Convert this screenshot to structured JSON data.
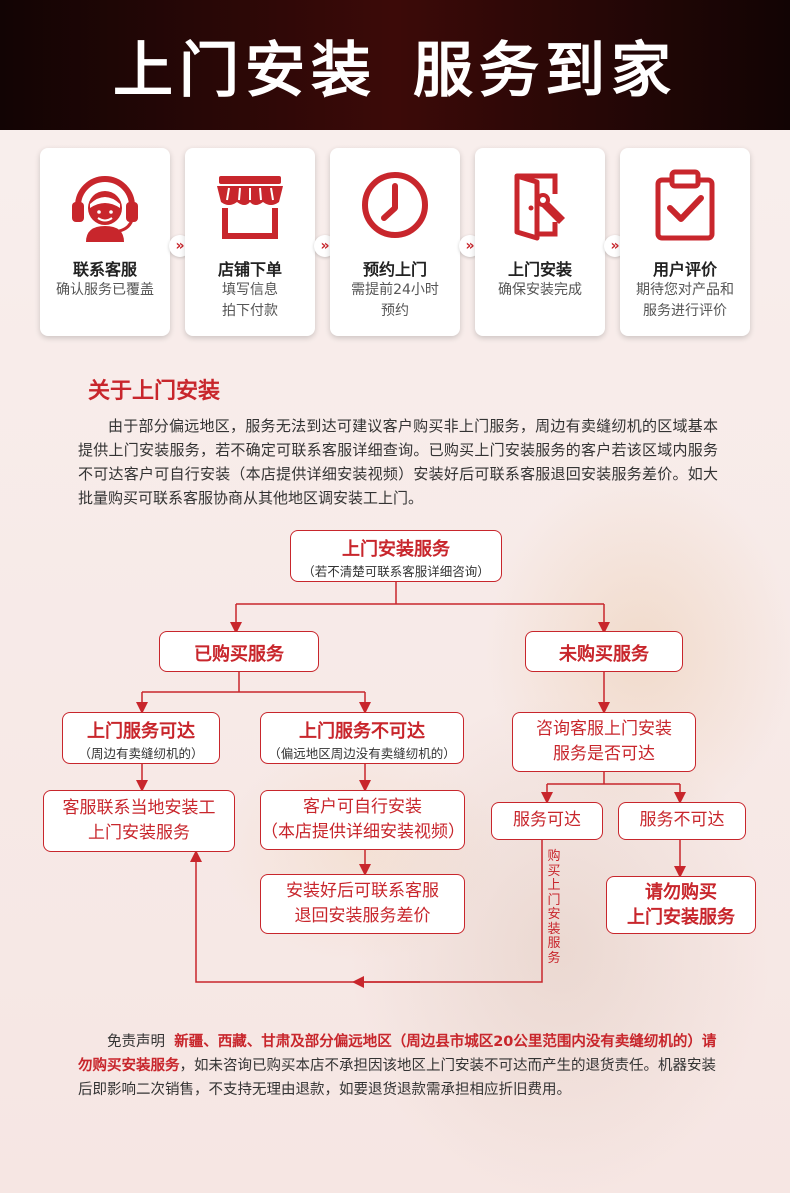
{
  "header": {
    "title_left": "上门安装",
    "title_right": "服务到家"
  },
  "steps": [
    {
      "title": "联系客服",
      "desc": "确认服务已覆盖",
      "icon": "headset-support-icon"
    },
    {
      "title": "店铺下单",
      "desc": "填写信息\n拍下付款",
      "icon": "storefront-icon"
    },
    {
      "title": "预约上门",
      "desc": "需提前24小时\n预约",
      "icon": "clock-icon"
    },
    {
      "title": "上门安装",
      "desc": "确保安装完成",
      "icon": "door-wrench-icon"
    },
    {
      "title": "用户评价",
      "desc": "期待您对产品和\n服务进行评价",
      "icon": "clipboard-check-icon"
    }
  ],
  "about": {
    "title": "关于上门安装",
    "text": "由于部分偏远地区，服务无法到达可建议客户购买非上门服务，周边有卖缝纫机的区域基本提供上门安装服务，若不确定可联系客服详细查询。已购买上门安装服务的客户若该区域内服务不可达客户可自行安装（本店提供详细安装视频）安装好后可联系客服退回安装服务差价。如大批量购买可联系客服协商从其他地区调安装工上门。"
  },
  "flow": {
    "root": {
      "main": "上门安装服务",
      "sub": "（若不清楚可联系客服详细咨询）"
    },
    "purchased": "已购买服务",
    "not_purchased": "未购买服务",
    "reachable": {
      "main": "上门服务可达",
      "sub": "（周边有卖缝纫机的）"
    },
    "unreachable": {
      "main": "上门服务不可达",
      "sub": "（偏远地区周边没有卖缝纫机的）"
    },
    "consult": "咨询客服上门安装\n服务是否可达",
    "contact_local": "客服联系当地安装工\n上门安装服务",
    "self_install": "客户可自行安装\n（本店提供详细安装视频）",
    "refund": "安装好后可联系客服\n退回安装服务差价",
    "service_ok": "服务可达",
    "service_no": "服务不可达",
    "do_not_buy": "请勿购买\n上门安装服务",
    "buy_label": "购买上门安装服务"
  },
  "disclaimer": {
    "lead": "免责声明",
    "red": "新疆、西藏、甘肃及部分偏远地区（周边县市城区20公里范围内没有卖缝纫机的）请勿购买安装服务",
    "rest": "，如未咨询已购买本店不承担因该地区上门安装不可达而产生的退货责任。机器安装后即影响二次销售，不支持无理由退款，如要退货退款需承担相应折旧费用。"
  },
  "colors": {
    "accent": "#c8262c",
    "header_bg": "#2a0706",
    "text": "#333333"
  }
}
